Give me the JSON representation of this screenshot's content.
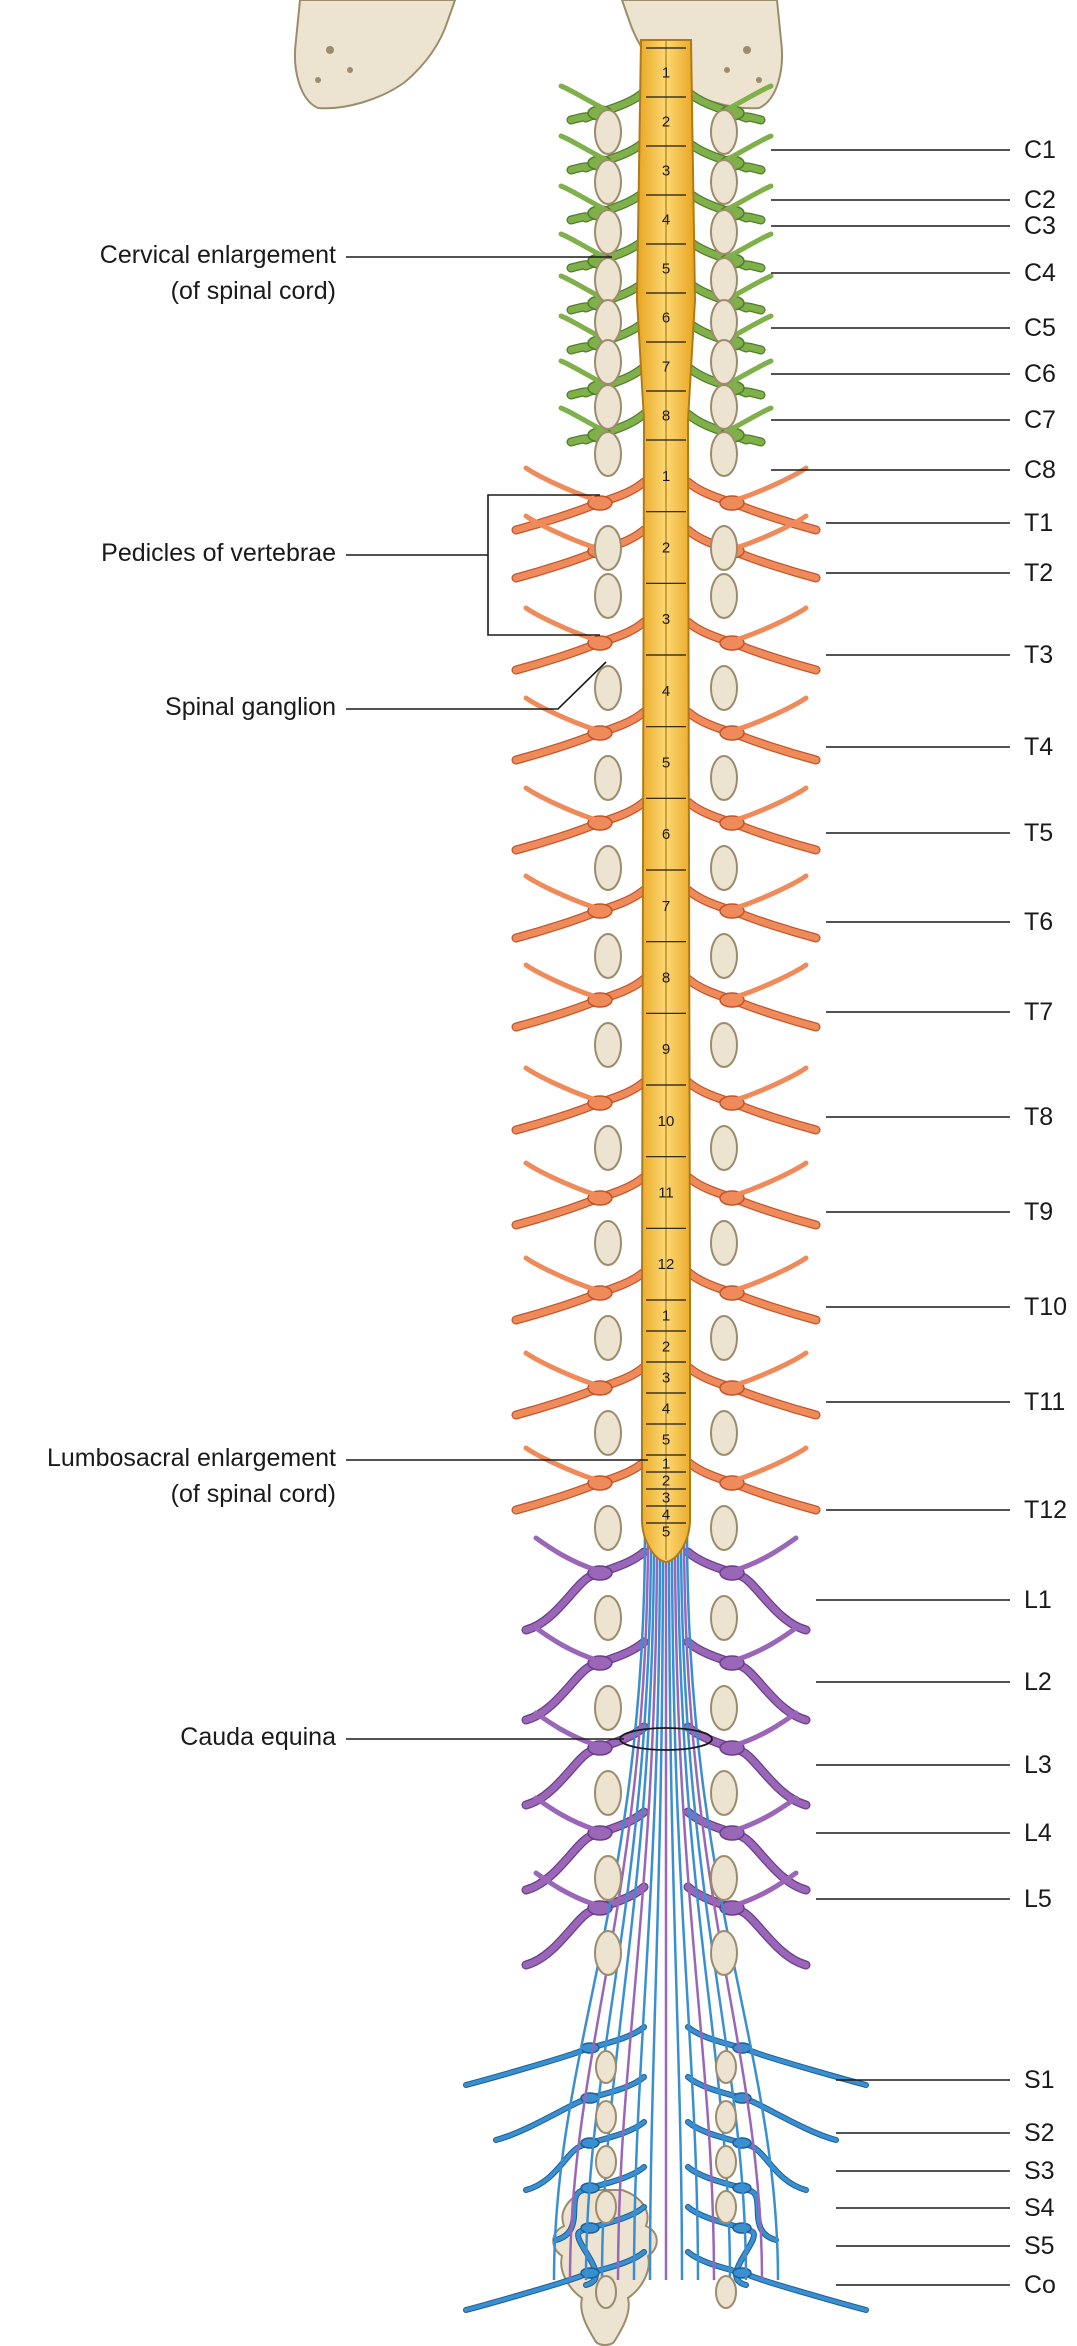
{
  "left_labels": {
    "cervical_enlargement": [
      "Cervical enlargement",
      "(of spinal cord)"
    ],
    "pedicles": "Pedicles of vertebrae",
    "spinal_ganglion": "Spinal ganglion",
    "lumbosacral_enlargement": [
      "Lumbosacral enlargement",
      "(of spinal cord)"
    ],
    "cauda_equina": "Cauda equina"
  },
  "cervical_segments": [
    "1",
    "2",
    "3",
    "4",
    "5",
    "6",
    "7",
    "8"
  ],
  "thoracic_segments": [
    "1",
    "2",
    "3",
    "4",
    "5",
    "6",
    "7",
    "8",
    "9",
    "10",
    "11",
    "12"
  ],
  "lumbar_segments": [
    "1",
    "2",
    "3",
    "4",
    "5"
  ],
  "sacral_segments": [
    "1",
    "2",
    "3",
    "4",
    "5"
  ],
  "nerve_groups": [
    {
      "name": "cervical",
      "color": "#7fb04a",
      "dark": "#4f7d2a",
      "labels": [
        "C1",
        "C2",
        "C3",
        "C4",
        "C5",
        "C6",
        "C7",
        "C8"
      ]
    },
    {
      "name": "thoracic",
      "color": "#ef8a5a",
      "dark": "#c2552a",
      "labels": [
        "T1",
        "T2",
        "T3",
        "T4",
        "T5",
        "T6",
        "T7",
        "T8",
        "T9",
        "T10",
        "T11",
        "T12"
      ]
    },
    {
      "name": "lumbar",
      "color": "#9a66b8",
      "dark": "#6b3d8a",
      "labels": [
        "L1",
        "L2",
        "L3",
        "L4",
        "L5"
      ]
    },
    {
      "name": "sacral",
      "color": "#3a8fd0",
      "dark": "#1d5f98",
      "labels": [
        "S1",
        "S2",
        "S3",
        "S4",
        "S5"
      ]
    },
    {
      "name": "coccygeal",
      "color": "#3a8fd0",
      "dark": "#1d5f98",
      "labels": [
        "Co"
      ]
    }
  ],
  "colors": {
    "cord": "#f6b93b",
    "cord_light": "#fcd873",
    "bone": "#ece3d0",
    "bone_edge": "#9c8c6c",
    "leader": "#1a1a1a"
  }
}
